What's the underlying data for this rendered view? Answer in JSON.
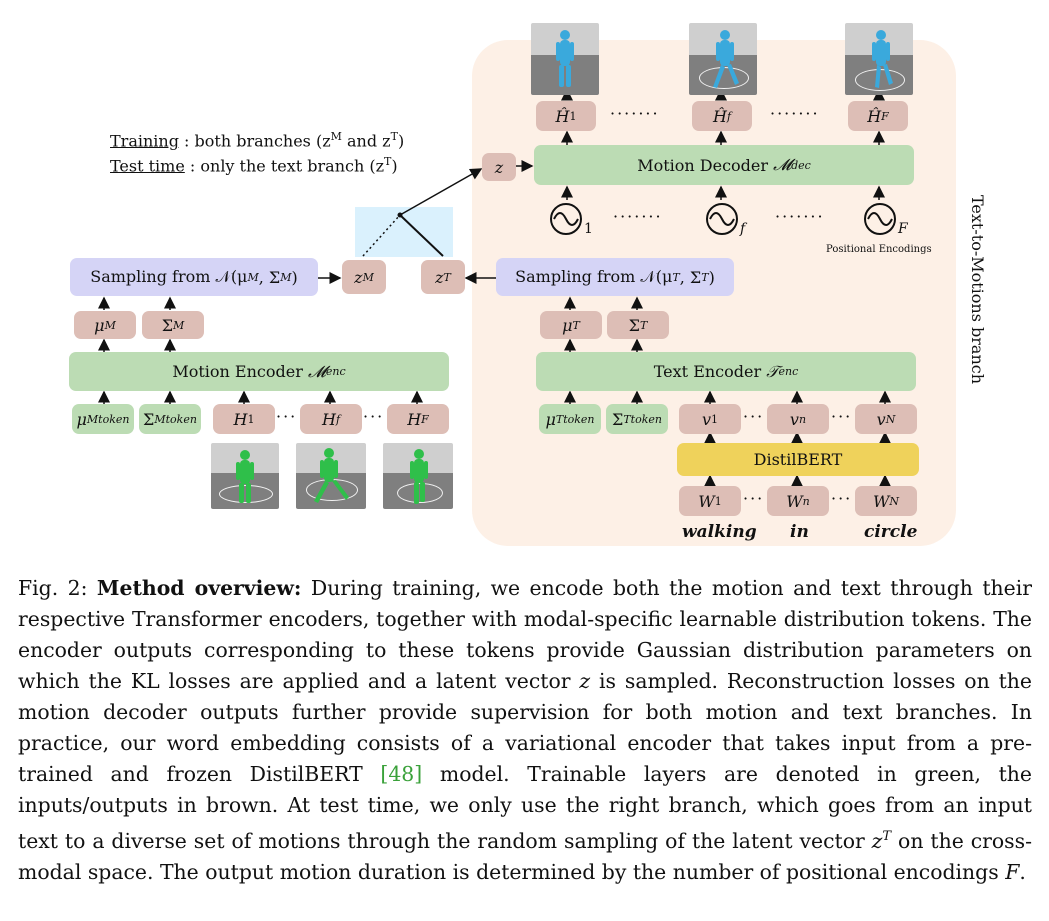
{
  "legend": {
    "training_label": "Training",
    "training_text": " : both branches (z",
    "training_sup1": "M",
    "training_mid": " and z",
    "training_sup2": "T",
    "training_end": ")",
    "test_label": "Test time",
    "test_text": " : only the text branch (z",
    "test_sup": "T",
    "test_end": ")"
  },
  "right_branch_label": "Text-to-Motions branch",
  "motion_encoder": "Motion Encoder",
  "motion_encoder_sym": "𝓜",
  "motion_encoder_sub": "enc",
  "text_encoder": "Text Encoder",
  "text_encoder_sym": "𝒯",
  "text_encoder_sub": "enc",
  "motion_decoder": "Motion Decoder",
  "motion_decoder_sym": "𝓜",
  "motion_decoder_sub": "dec",
  "distilbert": "DistilBERT",
  "sampling_motion": "Sampling from 𝒩(μ",
  "sampling_motion_sup1": "M",
  "sampling_motion_mid": ", Σ",
  "sampling_motion_sup2": "M",
  "sampling_text": "Sampling from 𝒩(μ",
  "sampling_text_sup1": "T",
  "sampling_text_mid": ", Σ",
  "sampling_text_sup2": "T",
  "close_paren": ")",
  "mu": "μ",
  "sigma": "Σ",
  "sup_M": "M",
  "sup_T": "T",
  "token_sub": "token",
  "z": "z",
  "H": "H",
  "Hhat": "Ĥ",
  "v": "v",
  "W": "W",
  "sub_1": "1",
  "sub_f": "f",
  "sub_F": "F",
  "sub_n": "n",
  "sub_N": "N",
  "positional_encodings": "Positional Encodings",
  "short_dots": "···",
  "long_dots": "·······",
  "words": [
    "walking",
    "in",
    "circle"
  ],
  "caption": {
    "fig_label": "Fig. 2: ",
    "bold": "Method overview:",
    "text1": " During training, we encode both the motion and text through their respective Transformer encoders, together with modal-specific learnable distribution tokens. The encoder outputs corresponding to these tokens provide Gaussian distribution parameters on which the KL losses are applied and a latent vector ",
    "z1": "z",
    "text2": " is sampled. Reconstruction losses on the motion decoder outputs further provide supervision for both motion and text branches. In practice, our word embedding consists of a variational encoder that takes input from a pre-trained and frozen DistilBERT ",
    "cite": "[48]",
    "text3": " model. Trainable layers are denoted in green, the inputs/outputs in brown. At test time, we only use the right branch, which goes from an input text to a diverse set of motions through the random sampling of the latent vector ",
    "z2": "z",
    "z2_sup": "T",
    "text4": " on the cross-modal space. The output motion duration is determined by the number of positional encodings ",
    "F": "F",
    "end": "."
  },
  "colors": {
    "green": "#bcdcb4",
    "brown": "#ddbeb6",
    "lavender": "#d5d4f6",
    "yellow": "#efd25b",
    "panel": "#fdf0e6",
    "selector": "#daf1fd",
    "human_green": "#2fbf4a",
    "human_blue": "#3aa9dc"
  }
}
